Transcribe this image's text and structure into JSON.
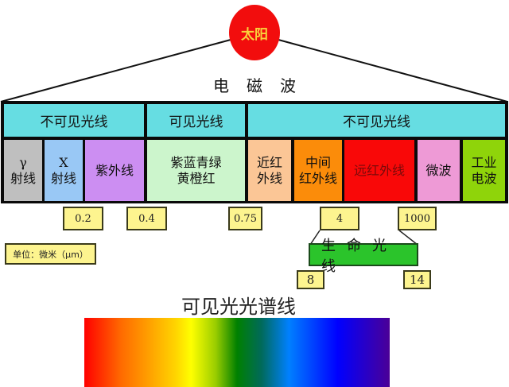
{
  "sun": {
    "label": "太阳",
    "color": "#f20d0d",
    "text_color": "#f9d23c"
  },
  "title": "电磁波",
  "categories": [
    {
      "label": "不可见光线",
      "color": "#66dde2"
    },
    {
      "label": "可见光线",
      "color": "#66dde2"
    },
    {
      "label": "不可见光线",
      "color": "#66dde2"
    }
  ],
  "bands": [
    {
      "line1": "γ",
      "line2": "射线",
      "color": "#bfbfbf"
    },
    {
      "line1": "X",
      "line2": "射线",
      "color": "#99c8f5"
    },
    {
      "line1": "紫外线",
      "line2": "",
      "color": "#cc8ef2"
    },
    {
      "line1": "紫蓝青绿",
      "line2": "黄橙红",
      "color": "#ccf5cc"
    },
    {
      "line1": "近红",
      "line2": "外线",
      "color": "#fbc696"
    },
    {
      "line1": "中间",
      "line2": "红外线",
      "color": "#fb8c0a"
    },
    {
      "line1": "远红外线",
      "line2": "",
      "color": "#f90808"
    },
    {
      "line1": "微波",
      "line2": "",
      "color": "#ee9ad6"
    },
    {
      "line1": "工业",
      "line2": "电波",
      "color": "#8fd40a"
    }
  ],
  "boundaries": [
    "0.2",
    "0.4",
    "0.75",
    "4",
    "1000"
  ],
  "unit": "单位：微米（μm）",
  "life_light": {
    "label": "生命光线",
    "range_start": "8",
    "range_end": "14",
    "color": "#2bc42b"
  },
  "spectrum": {
    "title": "可见光光谱线",
    "colors": [
      "#ff0000",
      "#ff9900",
      "#ffff00",
      "#008000",
      "#0080ff",
      "#0000ff",
      "#4b0096"
    ]
  }
}
